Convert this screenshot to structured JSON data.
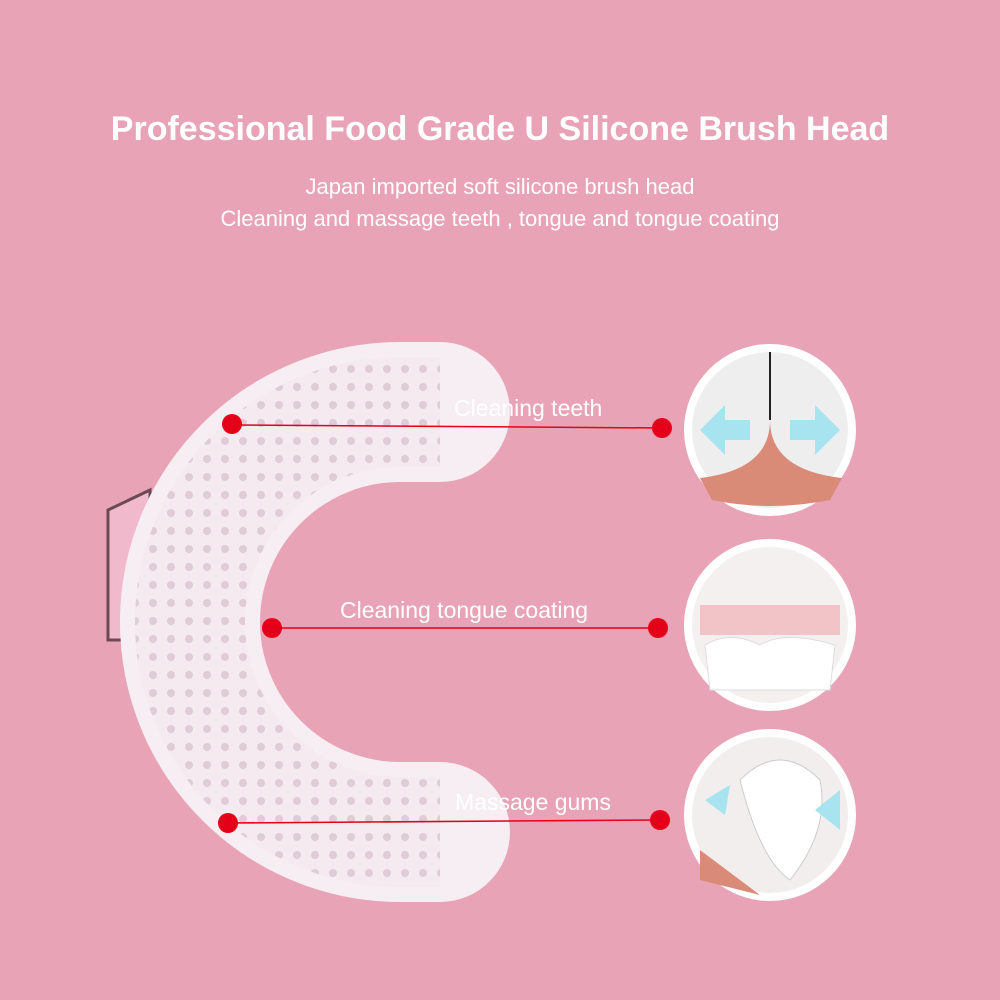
{
  "title": "Professional Food Grade U Silicone Brush Head",
  "subtitle_lines": [
    "Japan imported soft silicone brush head",
    "Cleaning and massage teeth , tongue and tongue coating"
  ],
  "features": [
    {
      "label": "Cleaning teeth",
      "icon": "teeth-cleaning-illustration"
    },
    {
      "label": "Cleaning tongue coating",
      "icon": "tongue-coating-illustration"
    },
    {
      "label": "Massage gums",
      "icon": "gum-massage-illustration"
    }
  ],
  "colors": {
    "background": "#e8a3b6",
    "accent": "#e5001a",
    "text": "#ffffff"
  }
}
